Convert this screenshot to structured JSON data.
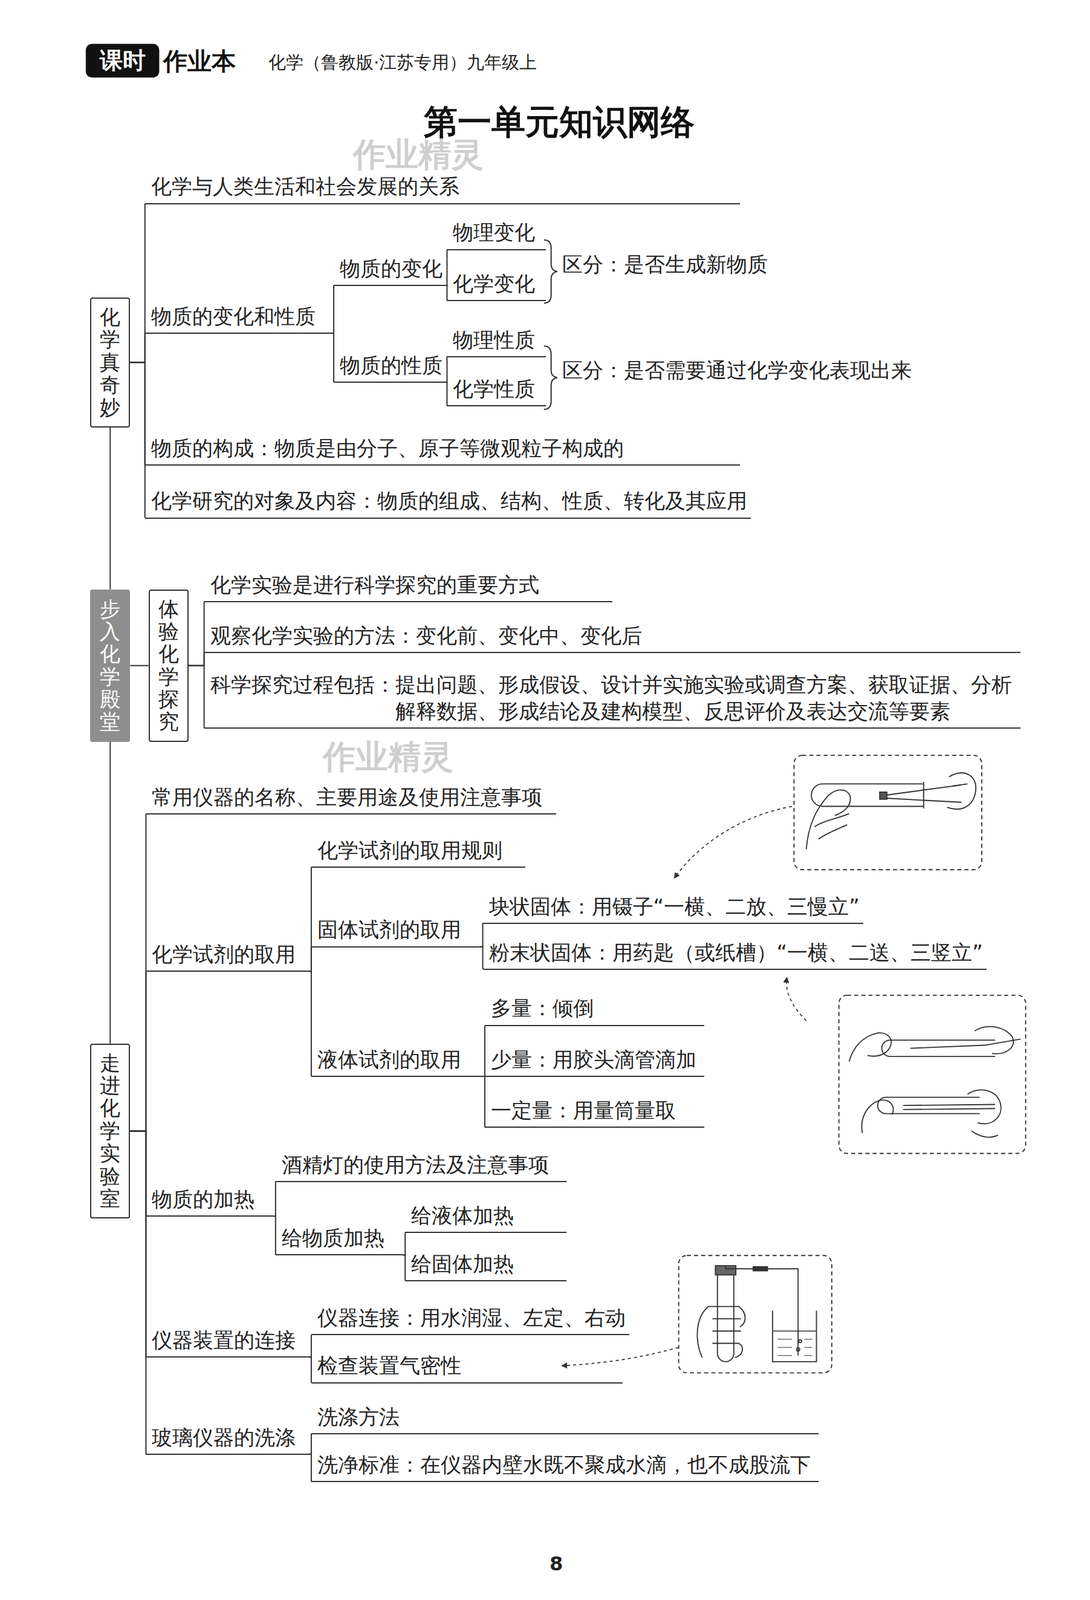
{
  "diagram": {
    "title": "第一单元知识网络",
    "nodes": [
      {
        "text": [
          "化学真奇妙"
        ]
      },
      {
        "text": [
          "化学与人类生活和社会发展的关系"
        ]
      },
      {
        "text": [
          "物质的变化和性质"
        ]
      },
      {
        "text": [
          "物质的变化"
        ]
      },
      {
        "text": [
          "物理变化"
        ]
      },
      {
        "text": [
          "化学变化"
        ]
      },
      {
        "text": [
          "物质的性质"
        ]
      },
      {
        "text": [
          "物理性质"
        ]
      },
      {
        "text": [
          "化学性质"
        ]
      },
      {
        "text": [
          "物质的构成：物质是由分子、原子等微观粒子构成的"
        ]
      },
      {
        "text": [
          "化学研究的对象及内容：物质的组成、结构、性质、转化及其应用"
        ]
      },
      {
        "text": [
          "步入化学殿堂"
        ]
      },
      {
        "text": [
          "体验化学探究"
        ]
      },
      {
        "text": [
          "化学实验是进行科学探究的重要方式"
        ]
      },
      {
        "text": [
          "观察化学实验的方法：变化前、变化中、变化后"
        ]
      },
      {
        "text": [
          "科学探究过程包括：提出问题、形成假设、设计并实施实验或调查方案、获取证据、分析解释数据、形成结论及建构模型、反思评价及表达交流等要素"
        ]
      },
      {
        "text": [
          "走进化学实验室"
        ]
      },
      {
        "text": [
          "常用仪器的名称、主要用途及使用注意事项"
        ]
      },
      {
        "text": [
          "化学试剂的取用"
        ]
      },
      {
        "text": [
          "化学试剂的取用规则"
        ]
      },
      {
        "text": [
          "固体试剂的取用"
        ]
      },
      {
        "text": [
          "块状固体：用镊子“一横、二放、三慢立”"
        ]
      },
      {
        "text": [
          "粉末状固体：用药匙（或纸槽）“一横、二送、三竖立”"
        ]
      },
      {
        "text": [
          "液体试剂的取用"
        ]
      },
      {
        "text": [
          "多量：倾倒"
        ]
      },
      {
        "text": [
          "少量：用胶头滴管滴加"
        ]
      },
      {
        "text": [
          "一定量：用量筒量取"
        ]
      },
      {
        "text": [
          "物质的加热"
        ]
      },
      {
        "text": [
          "酒精灯的使用方法及注意事项"
        ]
      },
      {
        "text": [
          "给物质加热"
        ]
      },
      {
        "text": [
          "给液体加热"
        ]
      },
      {
        "text": [
          "给固体加热"
        ]
      },
      {
        "text": [
          "仪器装置的连接"
        ]
      },
      {
        "text": [
          "仪器连接：用水润湿、左定、右动"
        ]
      },
      {
        "text": [
          "检查装置气密性"
        ]
      },
      {
        "text": [
          "玻璃仪器的洗涤"
        ]
      },
      {
        "text": [
          "洗涤方法"
        ]
      },
      {
        "text": [
          "洗净标准：在仪器内壁水既不聚成水滴，也不成股流下"
        ]
      }
    ],
    "edges": [
      {
        "from": 0,
        "to": 1,
        "arrow": "none"
      },
      {
        "from": 0,
        "to": 2,
        "arrow": "none"
      },
      {
        "from": 2,
        "to": 3,
        "arrow": "none"
      },
      {
        "from": 3,
        "to": 4,
        "arrow": "none"
      },
      {
        "from": 3,
        "to": 5,
        "arrow": "none"
      },
      {
        "from": 2,
        "to": 6,
        "arrow": "none"
      },
      {
        "from": 6,
        "to": 7,
        "arrow": "none"
      },
      {
        "from": 6,
        "to": 8,
        "arrow": "none"
      },
      {
        "from": 0,
        "to": 9,
        "arrow": "none"
      },
      {
        "from": 0,
        "to": 10,
        "arrow": "none"
      },
      {
        "from": 0,
        "to": 11,
        "arrow": "none"
      },
      {
        "from": 11,
        "to": 12,
        "arrow": "none"
      },
      {
        "from": 12,
        "to": 13,
        "arrow": "none"
      },
      {
        "from": 12,
        "to": 14,
        "arrow": "none"
      },
      {
        "from": 12,
        "to": 15,
        "arrow": "none"
      },
      {
        "from": 11,
        "to": 16,
        "arrow": "none"
      },
      {
        "from": 16,
        "to": 17,
        "arrow": "none"
      },
      {
        "from": 16,
        "to": 18,
        "arrow": "none"
      },
      {
        "from": 18,
        "to": 19,
        "arrow": "none"
      },
      {
        "from": 18,
        "to": 20,
        "arrow": "none"
      },
      {
        "from": 20,
        "to": 21,
        "arrow": "none"
      },
      {
        "from": 20,
        "to": 22,
        "arrow": "none"
      },
      {
        "from": 18,
        "to": 23,
        "arrow": "none"
      },
      {
        "from": 23,
        "to": 24,
        "arrow": "none"
      },
      {
        "from": 23,
        "to": 25,
        "arrow": "none"
      },
      {
        "from": 23,
        "to": 26,
        "arrow": "none"
      },
      {
        "from": 16,
        "to": 27,
        "arrow": "none"
      },
      {
        "from": 27,
        "to": 28,
        "arrow": "none"
      },
      {
        "from": 27,
        "to": 29,
        "arrow": "none"
      },
      {
        "from": 29,
        "to": 30,
        "arrow": "none"
      },
      {
        "from": 29,
        "to": 31,
        "arrow": "none"
      },
      {
        "from": 16,
        "to": 32,
        "arrow": "none"
      },
      {
        "from": 32,
        "to": 33,
        "arrow": "none"
      },
      {
        "from": 32,
        "to": 34,
        "arrow": "none"
      },
      {
        "from": 16,
        "to": 35,
        "arrow": "none"
      },
      {
        "from": 35,
        "to": 36,
        "arrow": "none"
      },
      {
        "from": 35,
        "to": 37,
        "arrow": "none"
      }
    ],
    "labels": [
      "课时",
      "作业本",
      "化学（鲁教版·江苏专用）九年级上",
      "作业精灵",
      "区分：是否生成新物质",
      "区分：是否需要通过化学变化表现出来",
      "作业精灵",
      "8"
    ]
  }
}
